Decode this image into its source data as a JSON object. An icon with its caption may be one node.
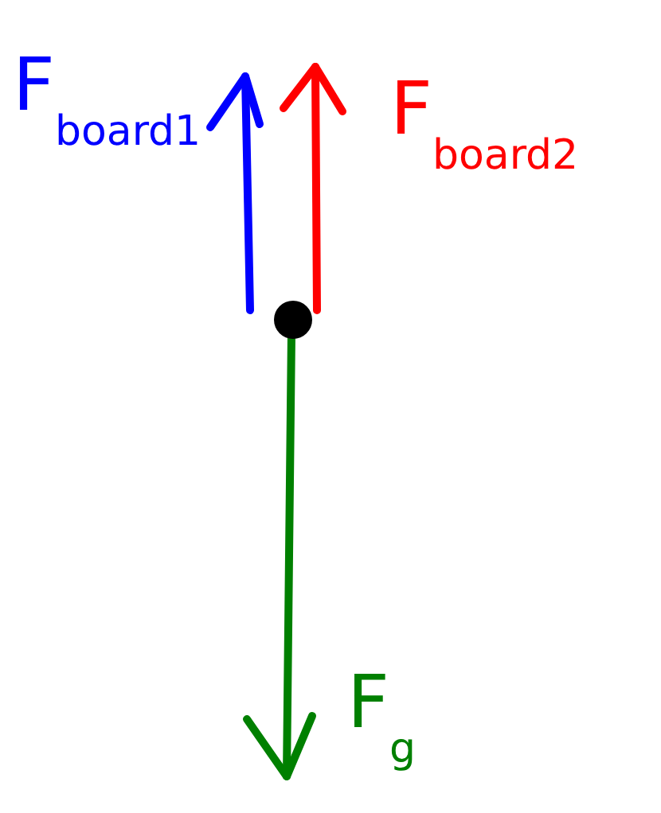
{
  "diagram": {
    "labels": [
      "F$_{board1}$",
      "F$_{board2}$",
      "F$_{g}$"
    ]
  }
}
